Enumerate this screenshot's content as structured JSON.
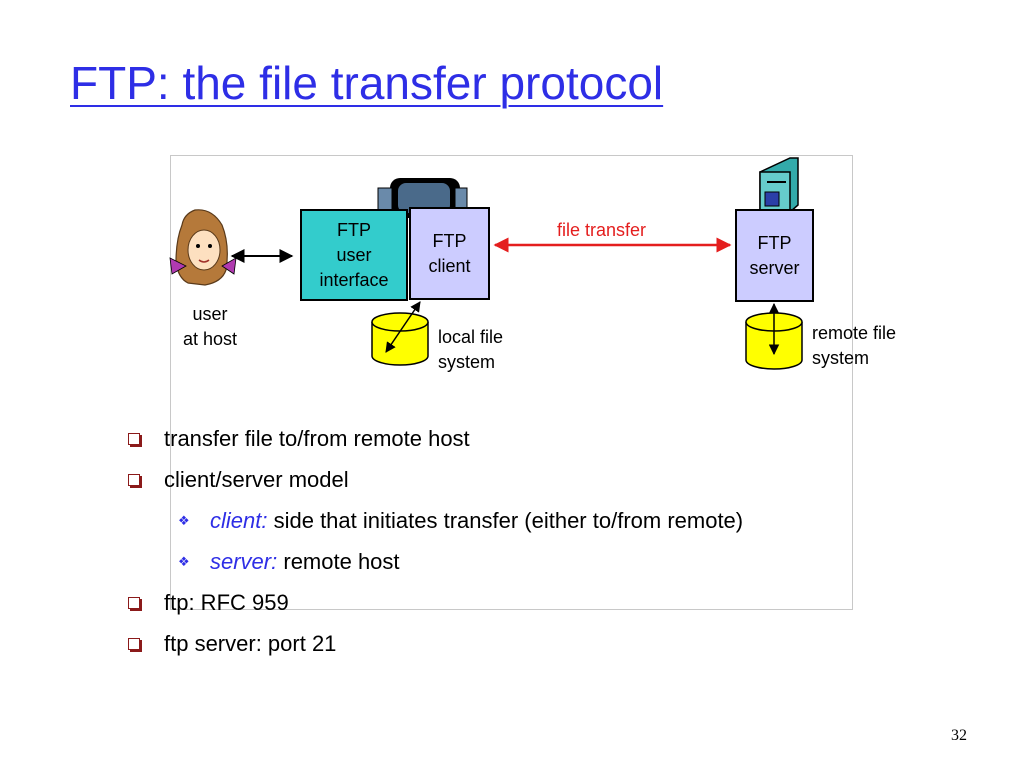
{
  "slide": {
    "title": "FTP: the file transfer protocol",
    "page_number": "32"
  },
  "diagram": {
    "user_interface_label": "FTP\nuser\ninterface",
    "client_label": "FTP\nclient",
    "server_label": "FTP\nserver",
    "transfer_label": "file transfer",
    "user_label": "user\nat host",
    "local_fs_label": "local file\nsystem",
    "remote_fs_label": "remote file\nsystem",
    "colors": {
      "user_interface_fill": "#33cccc",
      "client_server_fill": "#ccccff",
      "storage_fill": "#ffff00",
      "transfer_arrow": "#e41e1e",
      "title": "#2e2ee6",
      "bullet_square": "#8b1a1a"
    },
    "icons": [
      "user-person-icon",
      "host-computer-icon",
      "server-computer-icon",
      "local-storage-icon",
      "remote-storage-icon"
    ]
  },
  "bullets": [
    {
      "text": "transfer file to/from remote host"
    },
    {
      "text": "client/server model"
    },
    {
      "term": "client:",
      "text": " side that initiates transfer (either to/from remote)"
    },
    {
      "term": "server:",
      "text": " remote host"
    },
    {
      "text": "ftp: RFC 959"
    },
    {
      "text": "ftp server: port 21"
    }
  ]
}
